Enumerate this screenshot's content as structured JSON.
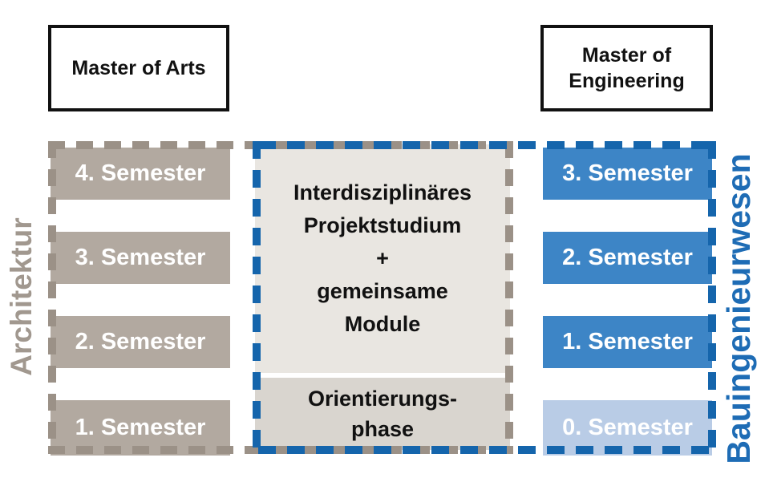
{
  "diagram": {
    "left": {
      "degree": "Master of Arts",
      "faculty": "Architektur",
      "semesters": [
        "4. Semester",
        "3. Semester",
        "2. Semester",
        "1. Semester"
      ]
    },
    "right": {
      "degree": "Master of Engineering",
      "faculty": "Bauingenieurwesen",
      "semesters": [
        "3. Semester",
        "2. Semester",
        "1. Semester",
        "0. Semester"
      ]
    },
    "center": {
      "joint_lines": [
        "Interdisziplinäres",
        "Projektstudium",
        "+",
        "gemeinsame",
        "Module"
      ],
      "orientation_lines": [
        "Orientierungs-",
        "phase"
      ]
    },
    "colors": {
      "architecture_block": "#b2a9a0",
      "architecture_dash": "#9b9187",
      "architecture_label": "#a1988f",
      "engineering_block": "#3d85c6",
      "engineering_light_block": "#b9cce6",
      "engineering_dash": "#1565ac",
      "engineering_label": "#1e6cb5",
      "center_upper_bg": "#e9e6e1",
      "center_lower_bg": "#d9d5cf",
      "degree_box_border": "#111111",
      "semester_text": "#ffffff"
    }
  }
}
